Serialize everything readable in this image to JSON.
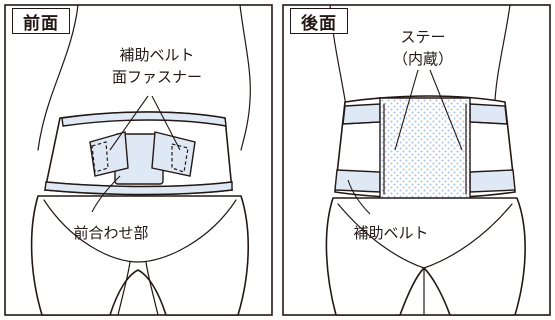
{
  "panels": {
    "front": {
      "title": "前面",
      "labels": {
        "velcro_line1": "補助ベルト",
        "velcro_line2": "面ファスナー",
        "front_closure": "前合わせ部"
      }
    },
    "back": {
      "title": "後面",
      "labels": {
        "stays_line1": "ステー",
        "stays_line2": "（内蔵）",
        "aux_belt": "補助ベルト"
      }
    }
  },
  "colors": {
    "outline": "#231815",
    "belt_blue": "#dfe9f6",
    "dots": "#a9c1e3",
    "background": "#ffffff"
  }
}
